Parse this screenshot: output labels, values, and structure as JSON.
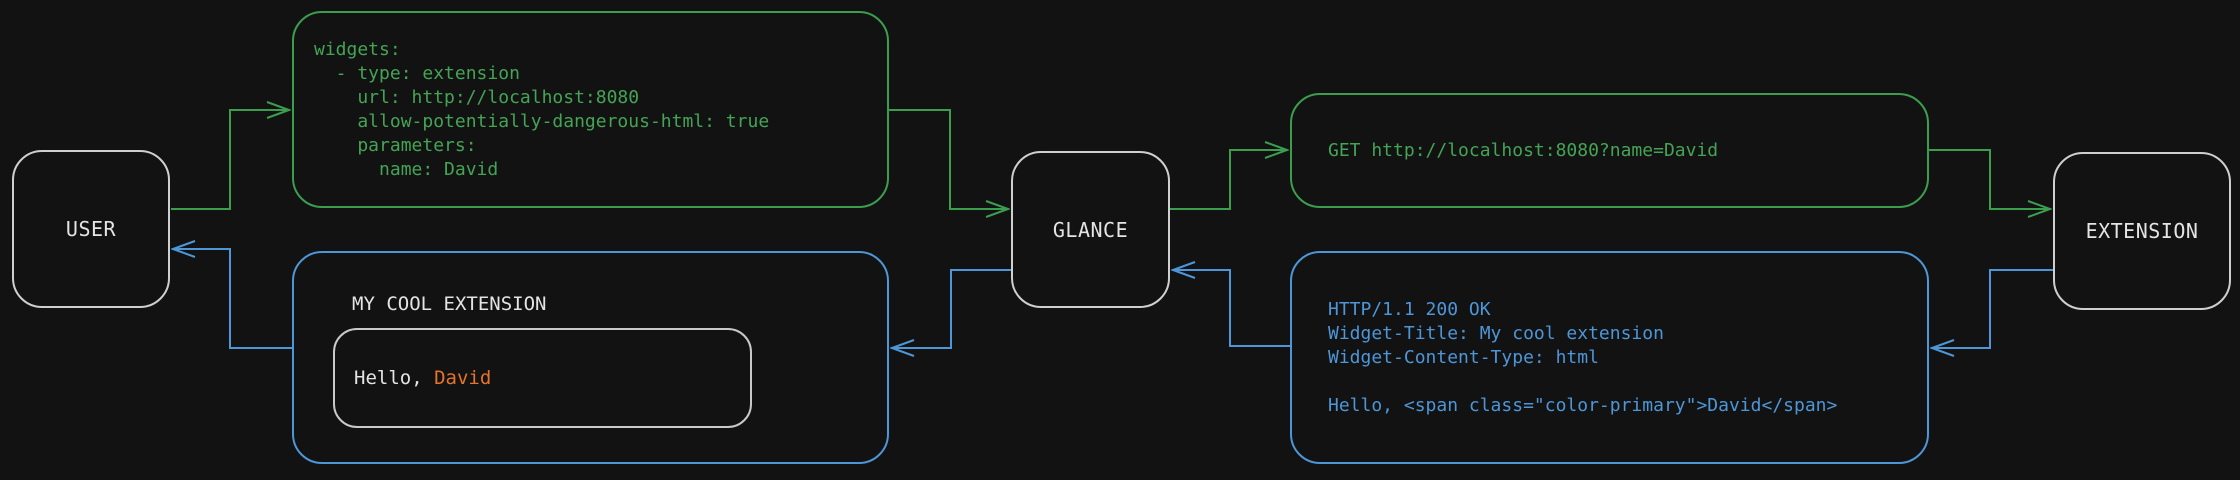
{
  "palette": {
    "background": "#121212",
    "green": "#3a9e4e",
    "blue": "#4d96d8",
    "orange": "#e4732c",
    "node_border": "#cfcfcf",
    "text": "#e4e4e4"
  },
  "nodes": {
    "user": {
      "label": "USER"
    },
    "glance": {
      "label": "GLANCE"
    },
    "extension": {
      "label": "EXTENSION"
    }
  },
  "boxes": {
    "config": {
      "code": "widgets:\n  - type: extension\n    url: http://localhost:8080\n    allow-potentially-dangerous-html: true\n    parameters:\n      name: David"
    },
    "request": {
      "code": "GET http://localhost:8080?name=David"
    },
    "response": {
      "code": "HTTP/1.1 200 OK\nWidget-Title: My cool extension\nWidget-Content-Type: html\n\nHello, <span class=\"color-primary\">David</span>"
    },
    "widget": {
      "title": "MY COOL EXTENSION",
      "greeting_prefix": "Hello, ",
      "greeting_name": "David"
    }
  }
}
